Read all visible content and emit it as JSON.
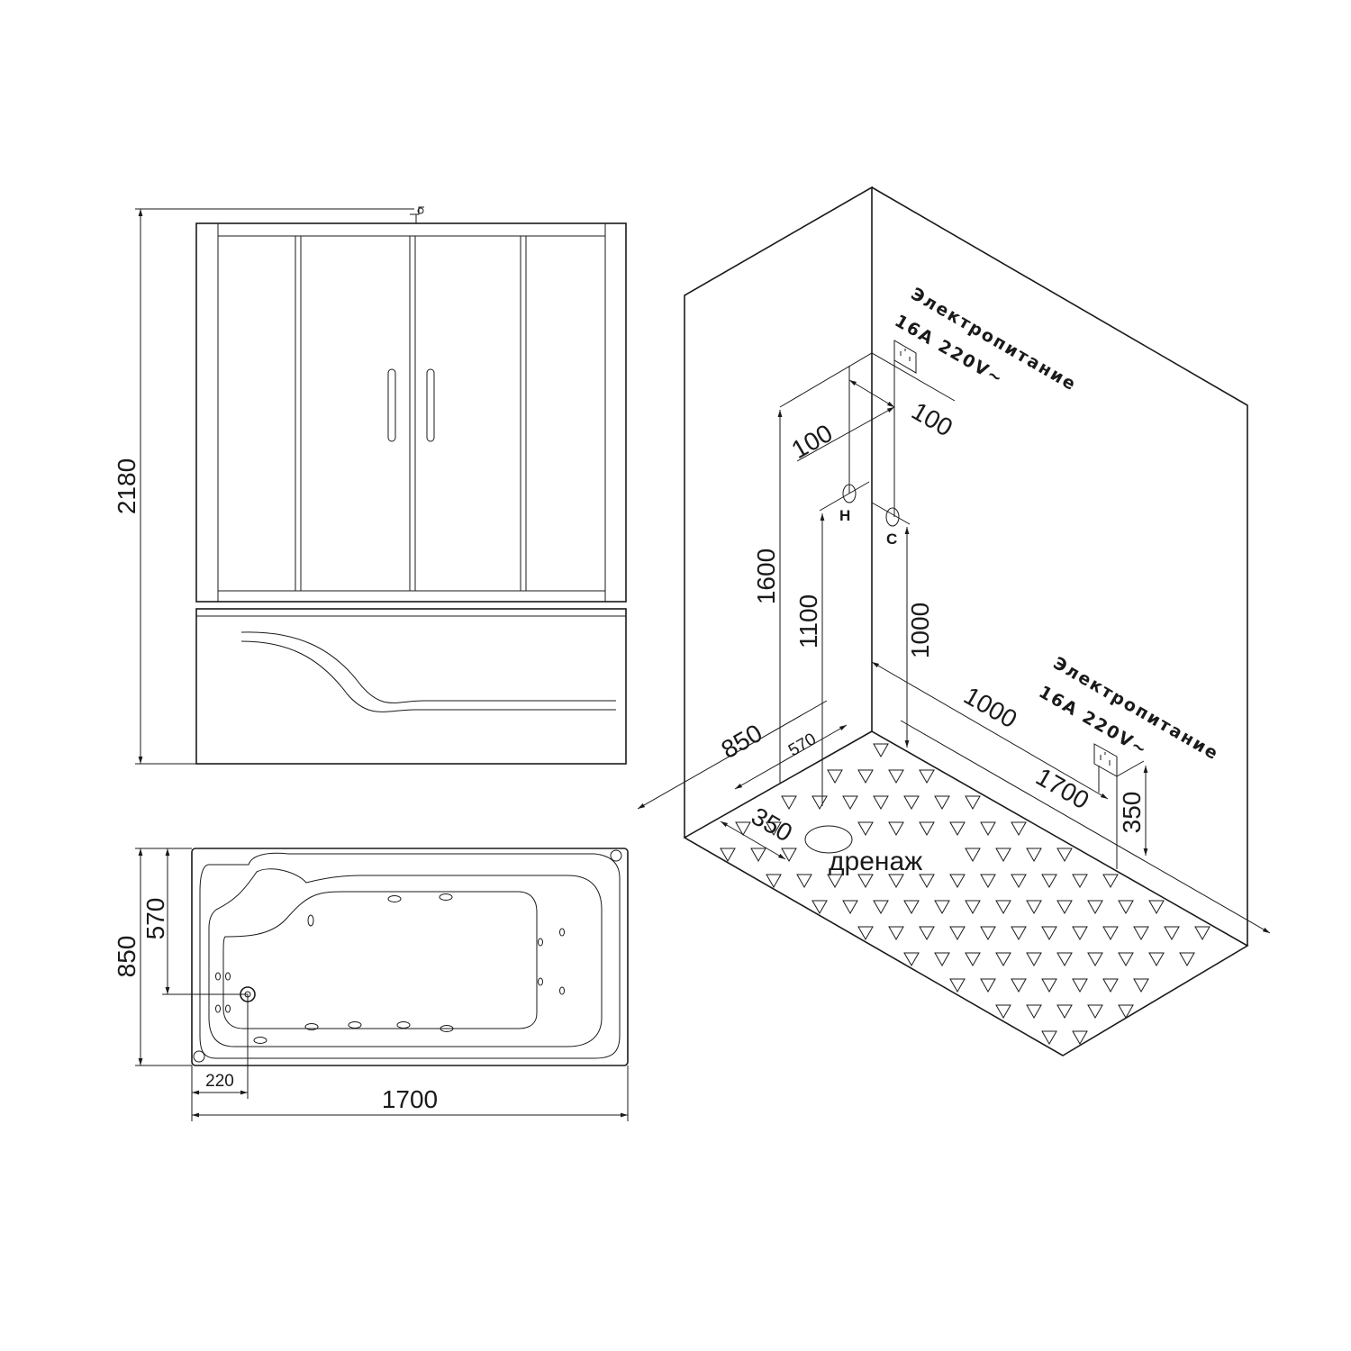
{
  "front_view": {
    "height_dim": "2180"
  },
  "plan_view": {
    "width_dim": "850",
    "drain_offset_y": "570",
    "drain_offset_x": "220",
    "length_dim": "1700"
  },
  "iso_view": {
    "power_label_top": "Электропитание",
    "power_spec_top": "16A 220V~",
    "power_label_bottom": "Электропитание",
    "power_spec_bottom": "16A 220V~",
    "dim_100_left": "100",
    "dim_100_right": "100",
    "dim_1600": "1600",
    "dim_1100": "1100",
    "dim_1000_vertical": "1000",
    "dim_1000_wall": "1000",
    "dim_850": "850",
    "dim_570": "570",
    "dim_350_drain": "350",
    "dim_1700": "1700",
    "dim_350_socket": "350",
    "hot_pipe": "H",
    "cold_pipe": "C",
    "drain_label": "дренаж"
  }
}
